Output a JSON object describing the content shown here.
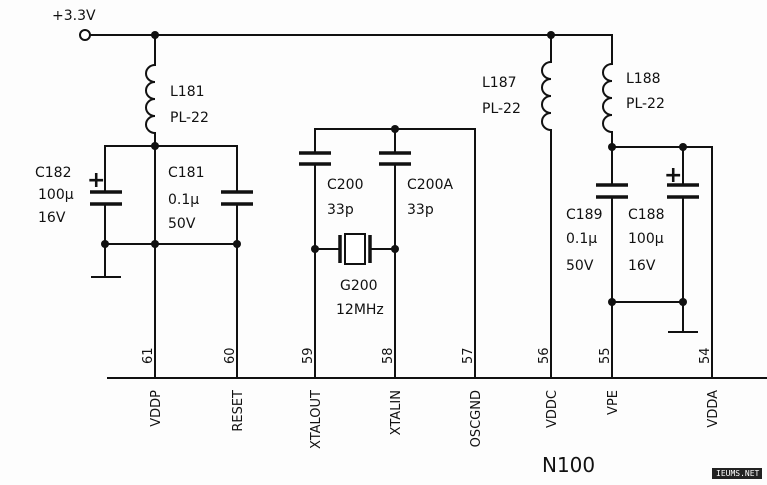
{
  "supply": {
    "label": "+3.3V"
  },
  "ic": {
    "name": "N100"
  },
  "components": {
    "L181": {
      "ref": "L181",
      "value": "PL-22"
    },
    "L187": {
      "ref": "L187",
      "value": "PL-22"
    },
    "L188": {
      "ref": "L188",
      "value": "PL-22"
    },
    "C182": {
      "ref": "C182",
      "value": "100μ",
      "voltage": "16V"
    },
    "C181": {
      "ref": "C181",
      "value": "0.1μ",
      "voltage": "50V"
    },
    "C200": {
      "ref": "C200",
      "value": "33p"
    },
    "C200A": {
      "ref": "C200A",
      "value": "33p"
    },
    "G200": {
      "ref": "G200",
      "value": "12MHz"
    },
    "C189": {
      "ref": "C189",
      "value": "0.1μ",
      "voltage": "50V"
    },
    "C188": {
      "ref": "C188",
      "value": "100μ",
      "voltage": "16V"
    }
  },
  "pins": [
    {
      "num": "61",
      "name": "VDDP"
    },
    {
      "num": "60",
      "name": "RESET"
    },
    {
      "num": "59",
      "name": "XTALOUT"
    },
    {
      "num": "58",
      "name": "XTALIN"
    },
    {
      "num": "57",
      "name": "OSCGND"
    },
    {
      "num": "56",
      "name": "VDDC"
    },
    {
      "num": "55",
      "name": "VPE"
    },
    {
      "num": "54",
      "name": "VDDA"
    }
  ],
  "watermark": "IEUMS.NET"
}
